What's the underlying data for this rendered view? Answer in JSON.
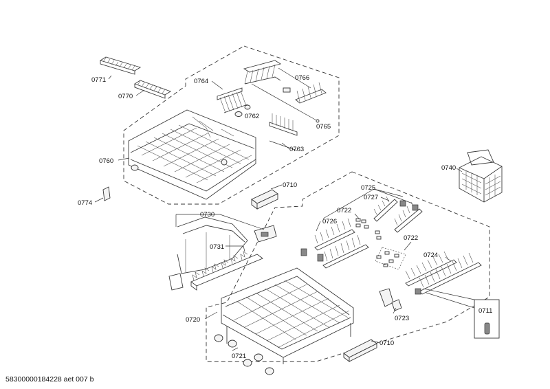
{
  "labels": {
    "p0771": "0771",
    "p0770": "0770",
    "p0764": "0764",
    "p0766": "0766",
    "p0762": "0762",
    "p0765": "0765",
    "p0763": "0763",
    "p0760": "0760",
    "p0774": "0774",
    "p0710_top": "0710",
    "p0740": "0740",
    "p0725": "0725",
    "p0727": "0727",
    "p0722_a": "0722",
    "p0726": "0726",
    "p0722_b": "0722",
    "p0730": "0730",
    "p0731": "0731",
    "p0724": "0724",
    "p0720": "0720",
    "p0711": "0711",
    "p0723": "0723",
    "p0721": "0721",
    "p0710_bottom": "0710"
  },
  "footer": {
    "code": "58300000184228 aet 007 b"
  }
}
